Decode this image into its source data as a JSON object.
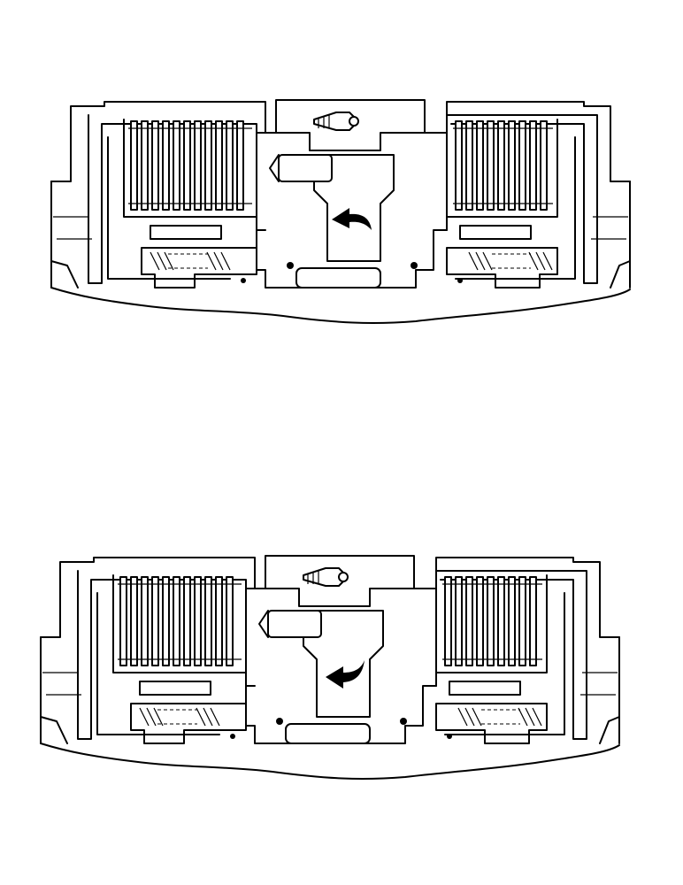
{
  "diagram": {
    "panels": [
      {
        "id": "top",
        "flow_arrow_direction": "left",
        "arrow_icon": "curved-arrow-left-icon"
      },
      {
        "id": "bottom",
        "flow_arrow_direction": "left",
        "arrow_icon": "curved-arrow-left-icon"
      }
    ],
    "colors": {
      "line": "#000000",
      "background": "#ffffff"
    }
  }
}
